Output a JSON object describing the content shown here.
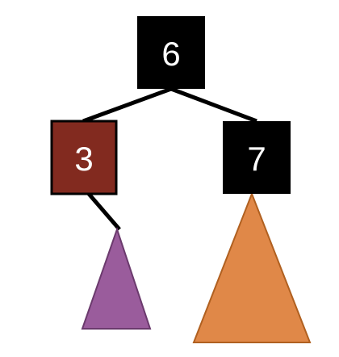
{
  "diagram": {
    "nodes": {
      "root": {
        "label": "6",
        "color": "#000000"
      },
      "left": {
        "label": "3",
        "color": "#822a1f"
      },
      "right": {
        "label": "7",
        "color": "#000000"
      }
    },
    "subtrees": {
      "left": {
        "color": "#9a5c9c"
      },
      "right": {
        "color": "#e08848"
      }
    },
    "edge_color": "#000000",
    "pointer_color": "#808080"
  }
}
